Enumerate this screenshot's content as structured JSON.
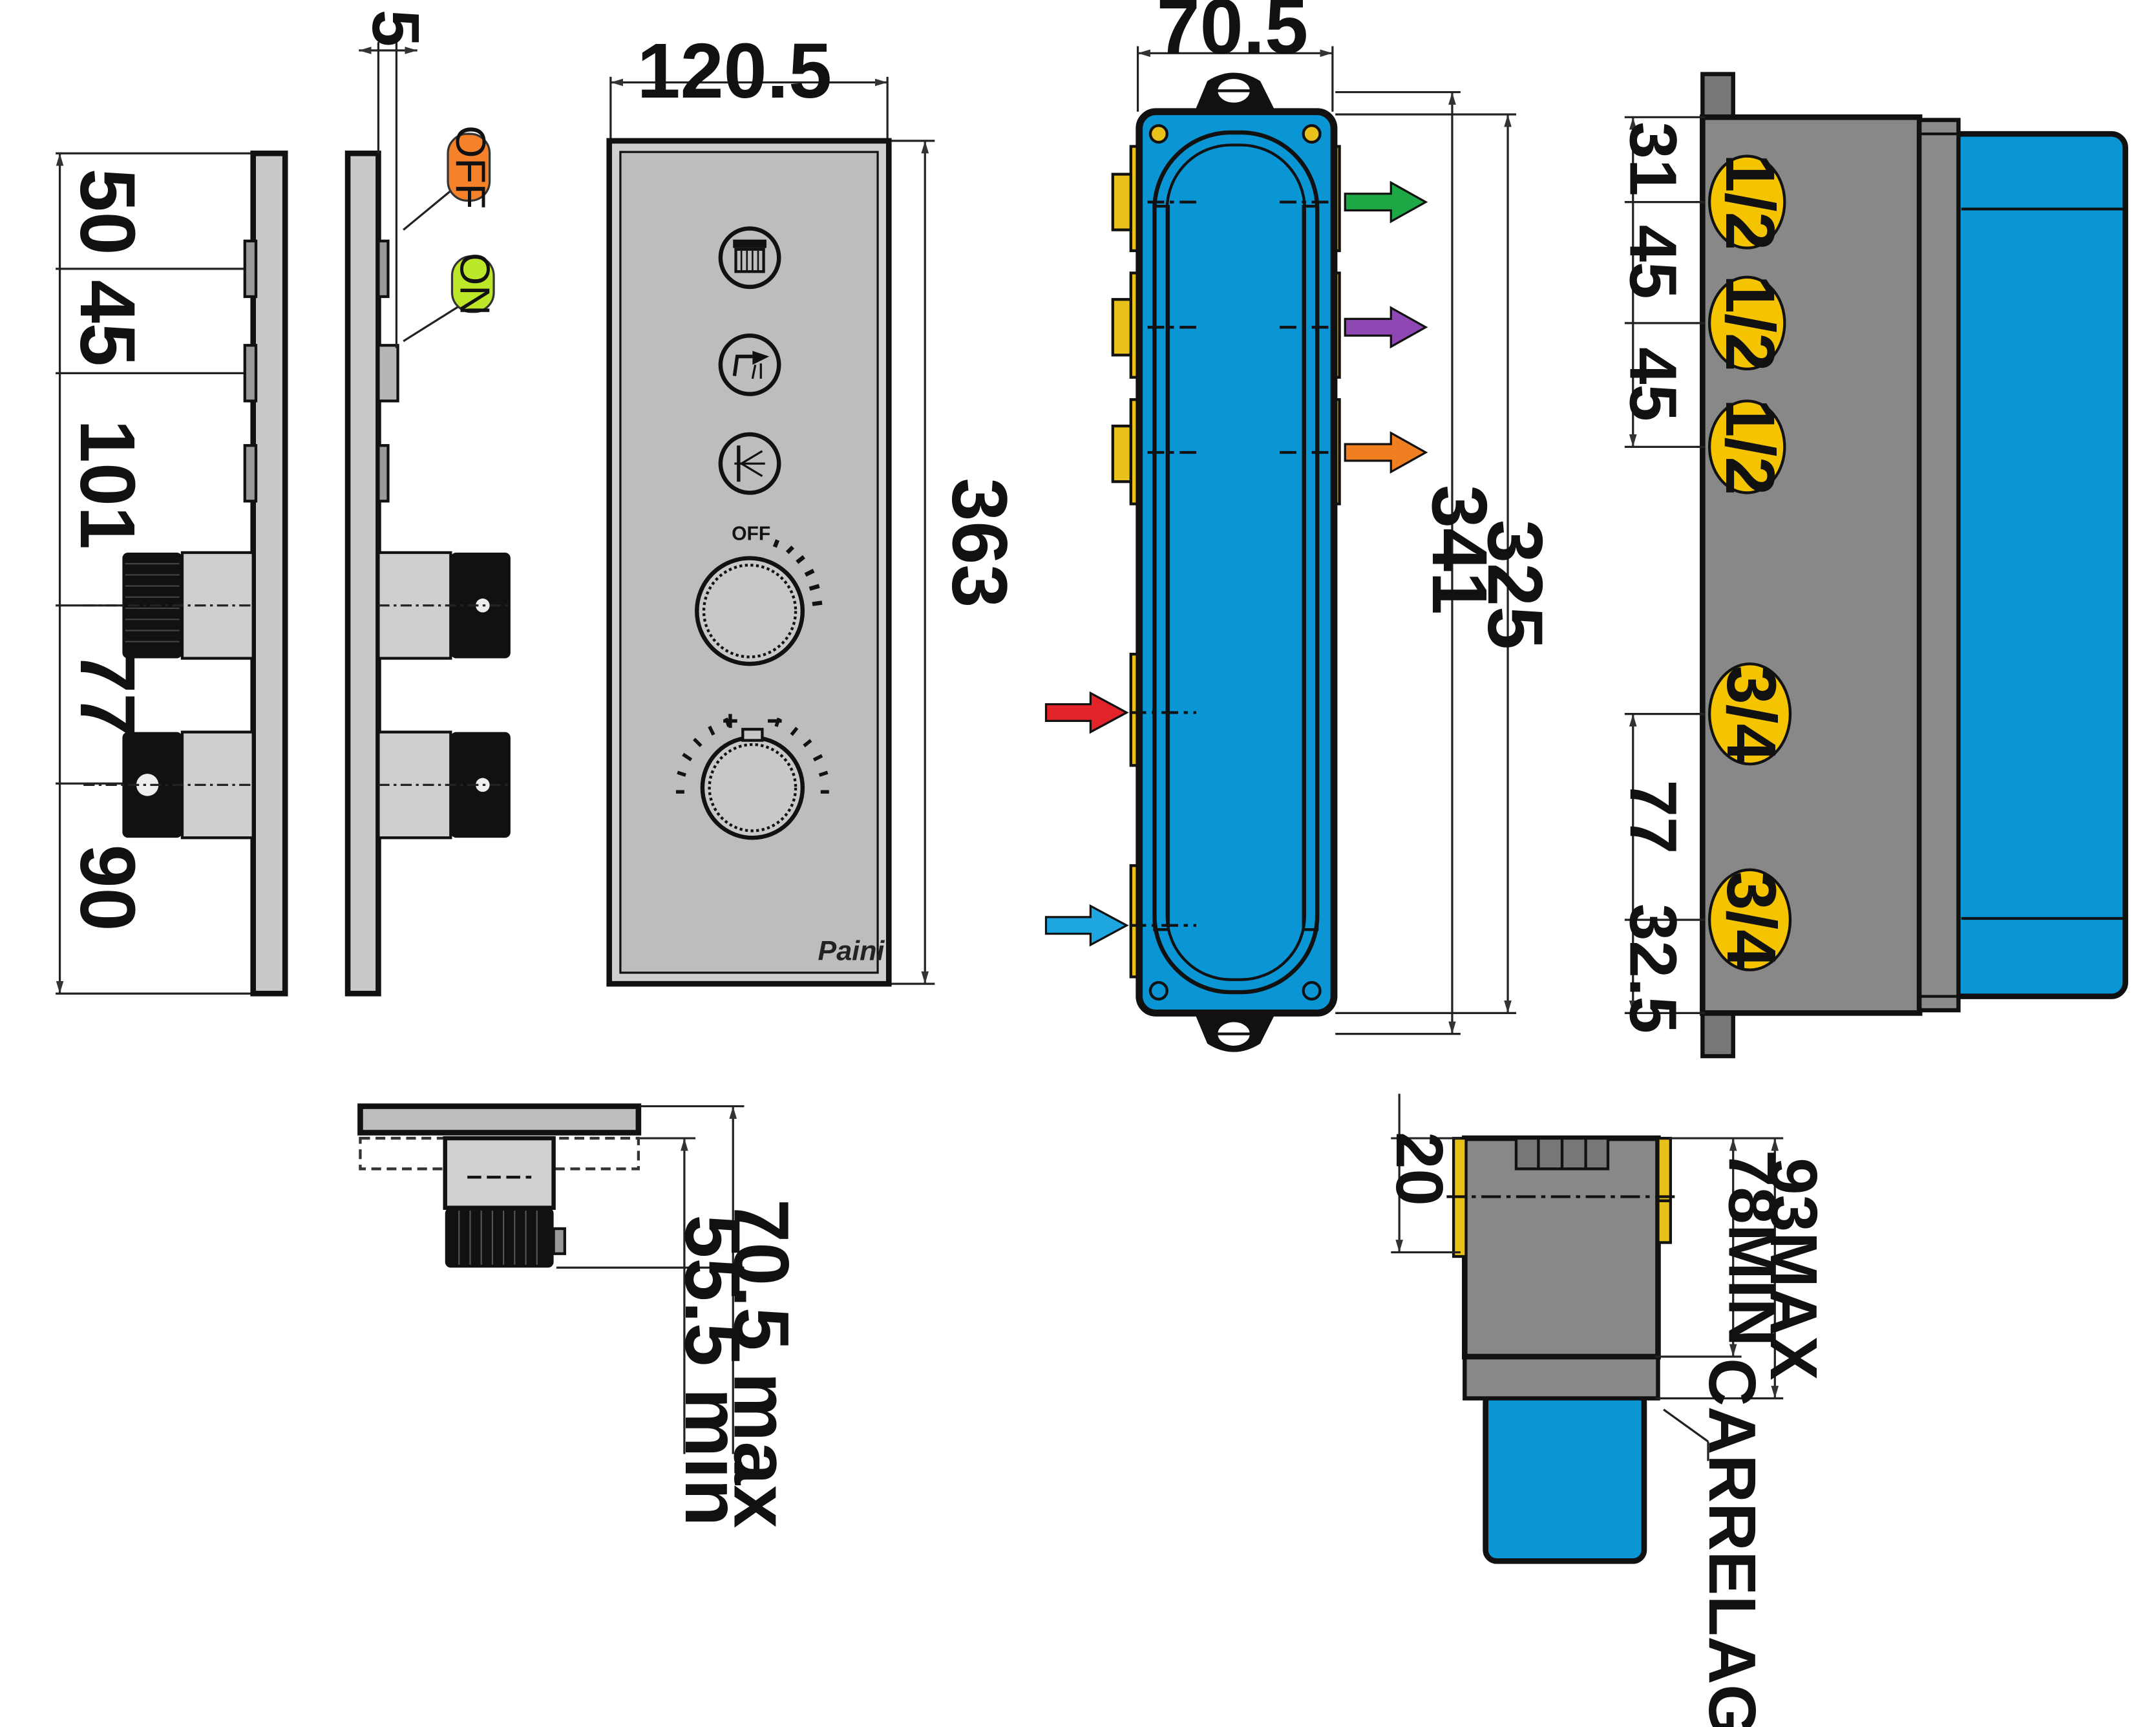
{
  "side_view": {
    "dims": [
      "50",
      "45",
      "101",
      "77",
      "90"
    ],
    "offset_dim": "5",
    "off_label": "OFF",
    "on_label": "ON"
  },
  "front_view": {
    "width_dim": "120.5",
    "height_dim": "363",
    "brand": "Paini",
    "knob_label": "OFF"
  },
  "top_view": {
    "dim_max": "70.5 max",
    "dim_min": "55.5 min"
  },
  "box_view": {
    "width_dim": "70.5",
    "height_dim_a": "341",
    "height_dim_b": "325",
    "colors": {
      "body": "#0a95d4",
      "fittings": "#e8c21a",
      "arrow_out_1": "#1da845",
      "arrow_out_2": "#8f47b3",
      "arrow_out_3": "#f07f22",
      "arrow_hot": "#e3232a",
      "arrow_cold": "#1ea6e0"
    }
  },
  "ports_view": {
    "dims": [
      "31",
      "45",
      "45",
      "77",
      "32.5"
    ],
    "ports": [
      "1/2",
      "1/2",
      "1/2",
      "3/4",
      "3/4"
    ],
    "colors": {
      "housing": "#888888",
      "body": "#0a95d4",
      "port_fill": "#f5c400"
    }
  },
  "section_view": {
    "dim_20": "20",
    "dim_min": "78MIN",
    "dim_max": "93MAX",
    "label": "CARRELAGE"
  }
}
